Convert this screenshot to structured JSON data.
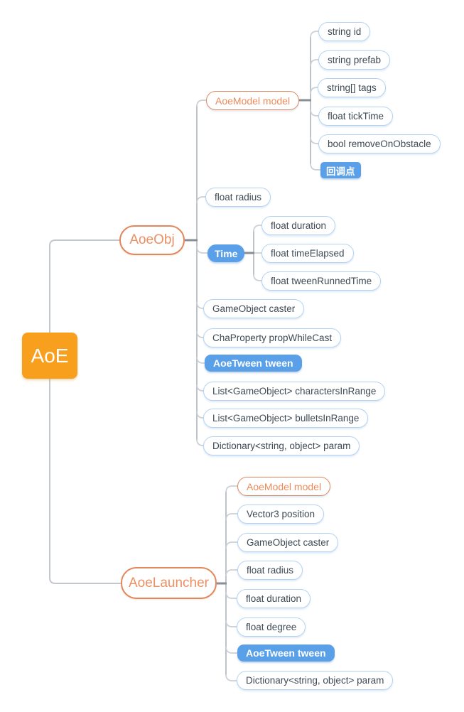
{
  "palette": {
    "root_fill": "#F8A01E",
    "accent_orange_border": "#E2875C",
    "accent_orange_text": "#ED8F62",
    "accent_blue_fill": "#59A0E8",
    "leaf_border_blue": "#B3D2F2",
    "leaf_text": "#3E4A54",
    "line_light": "#CBD0D6",
    "line_trunk": "#BDC3C9",
    "line_stub": "#878F96"
  },
  "mindmap": {
    "root": {
      "label": "AoE"
    },
    "aoeobj": {
      "label": "AoeObj",
      "children": [
        {
          "label": "AoeModel model",
          "style": "orange-outline",
          "children": [
            {
              "label": "string id"
            },
            {
              "label": "string prefab"
            },
            {
              "label": "string[] tags"
            },
            {
              "label": "float tickTime"
            },
            {
              "label": "bool removeOnObstacle"
            },
            {
              "label": "回调点",
              "style": "blue-fill"
            }
          ]
        },
        {
          "label": "float radius"
        },
        {
          "label": "Time",
          "style": "blue-fill",
          "children": [
            {
              "label": "float duration"
            },
            {
              "label": "float timeElapsed"
            },
            {
              "label": "float tweenRunnedTime"
            }
          ]
        },
        {
          "label": "GameObject caster"
        },
        {
          "label": "ChaProperty propWhileCast"
        },
        {
          "label": "AoeTween tween",
          "style": "blue-fill"
        },
        {
          "label": "List<GameObject> charactersInRange"
        },
        {
          "label": "List<GameObject> bulletsInRange"
        },
        {
          "label": "Dictionary<string, object> param"
        }
      ]
    },
    "aoelauncher": {
      "label": "AoeLauncher",
      "children": [
        {
          "label": "AoeModel model",
          "style": "orange-outline"
        },
        {
          "label": "Vector3 position"
        },
        {
          "label": "GameObject caster"
        },
        {
          "label": "float radius"
        },
        {
          "label": "float duration"
        },
        {
          "label": "float degree"
        },
        {
          "label": "AoeTween tween",
          "style": "blue-fill"
        },
        {
          "label": "Dictionary<string, object> param"
        }
      ]
    }
  }
}
